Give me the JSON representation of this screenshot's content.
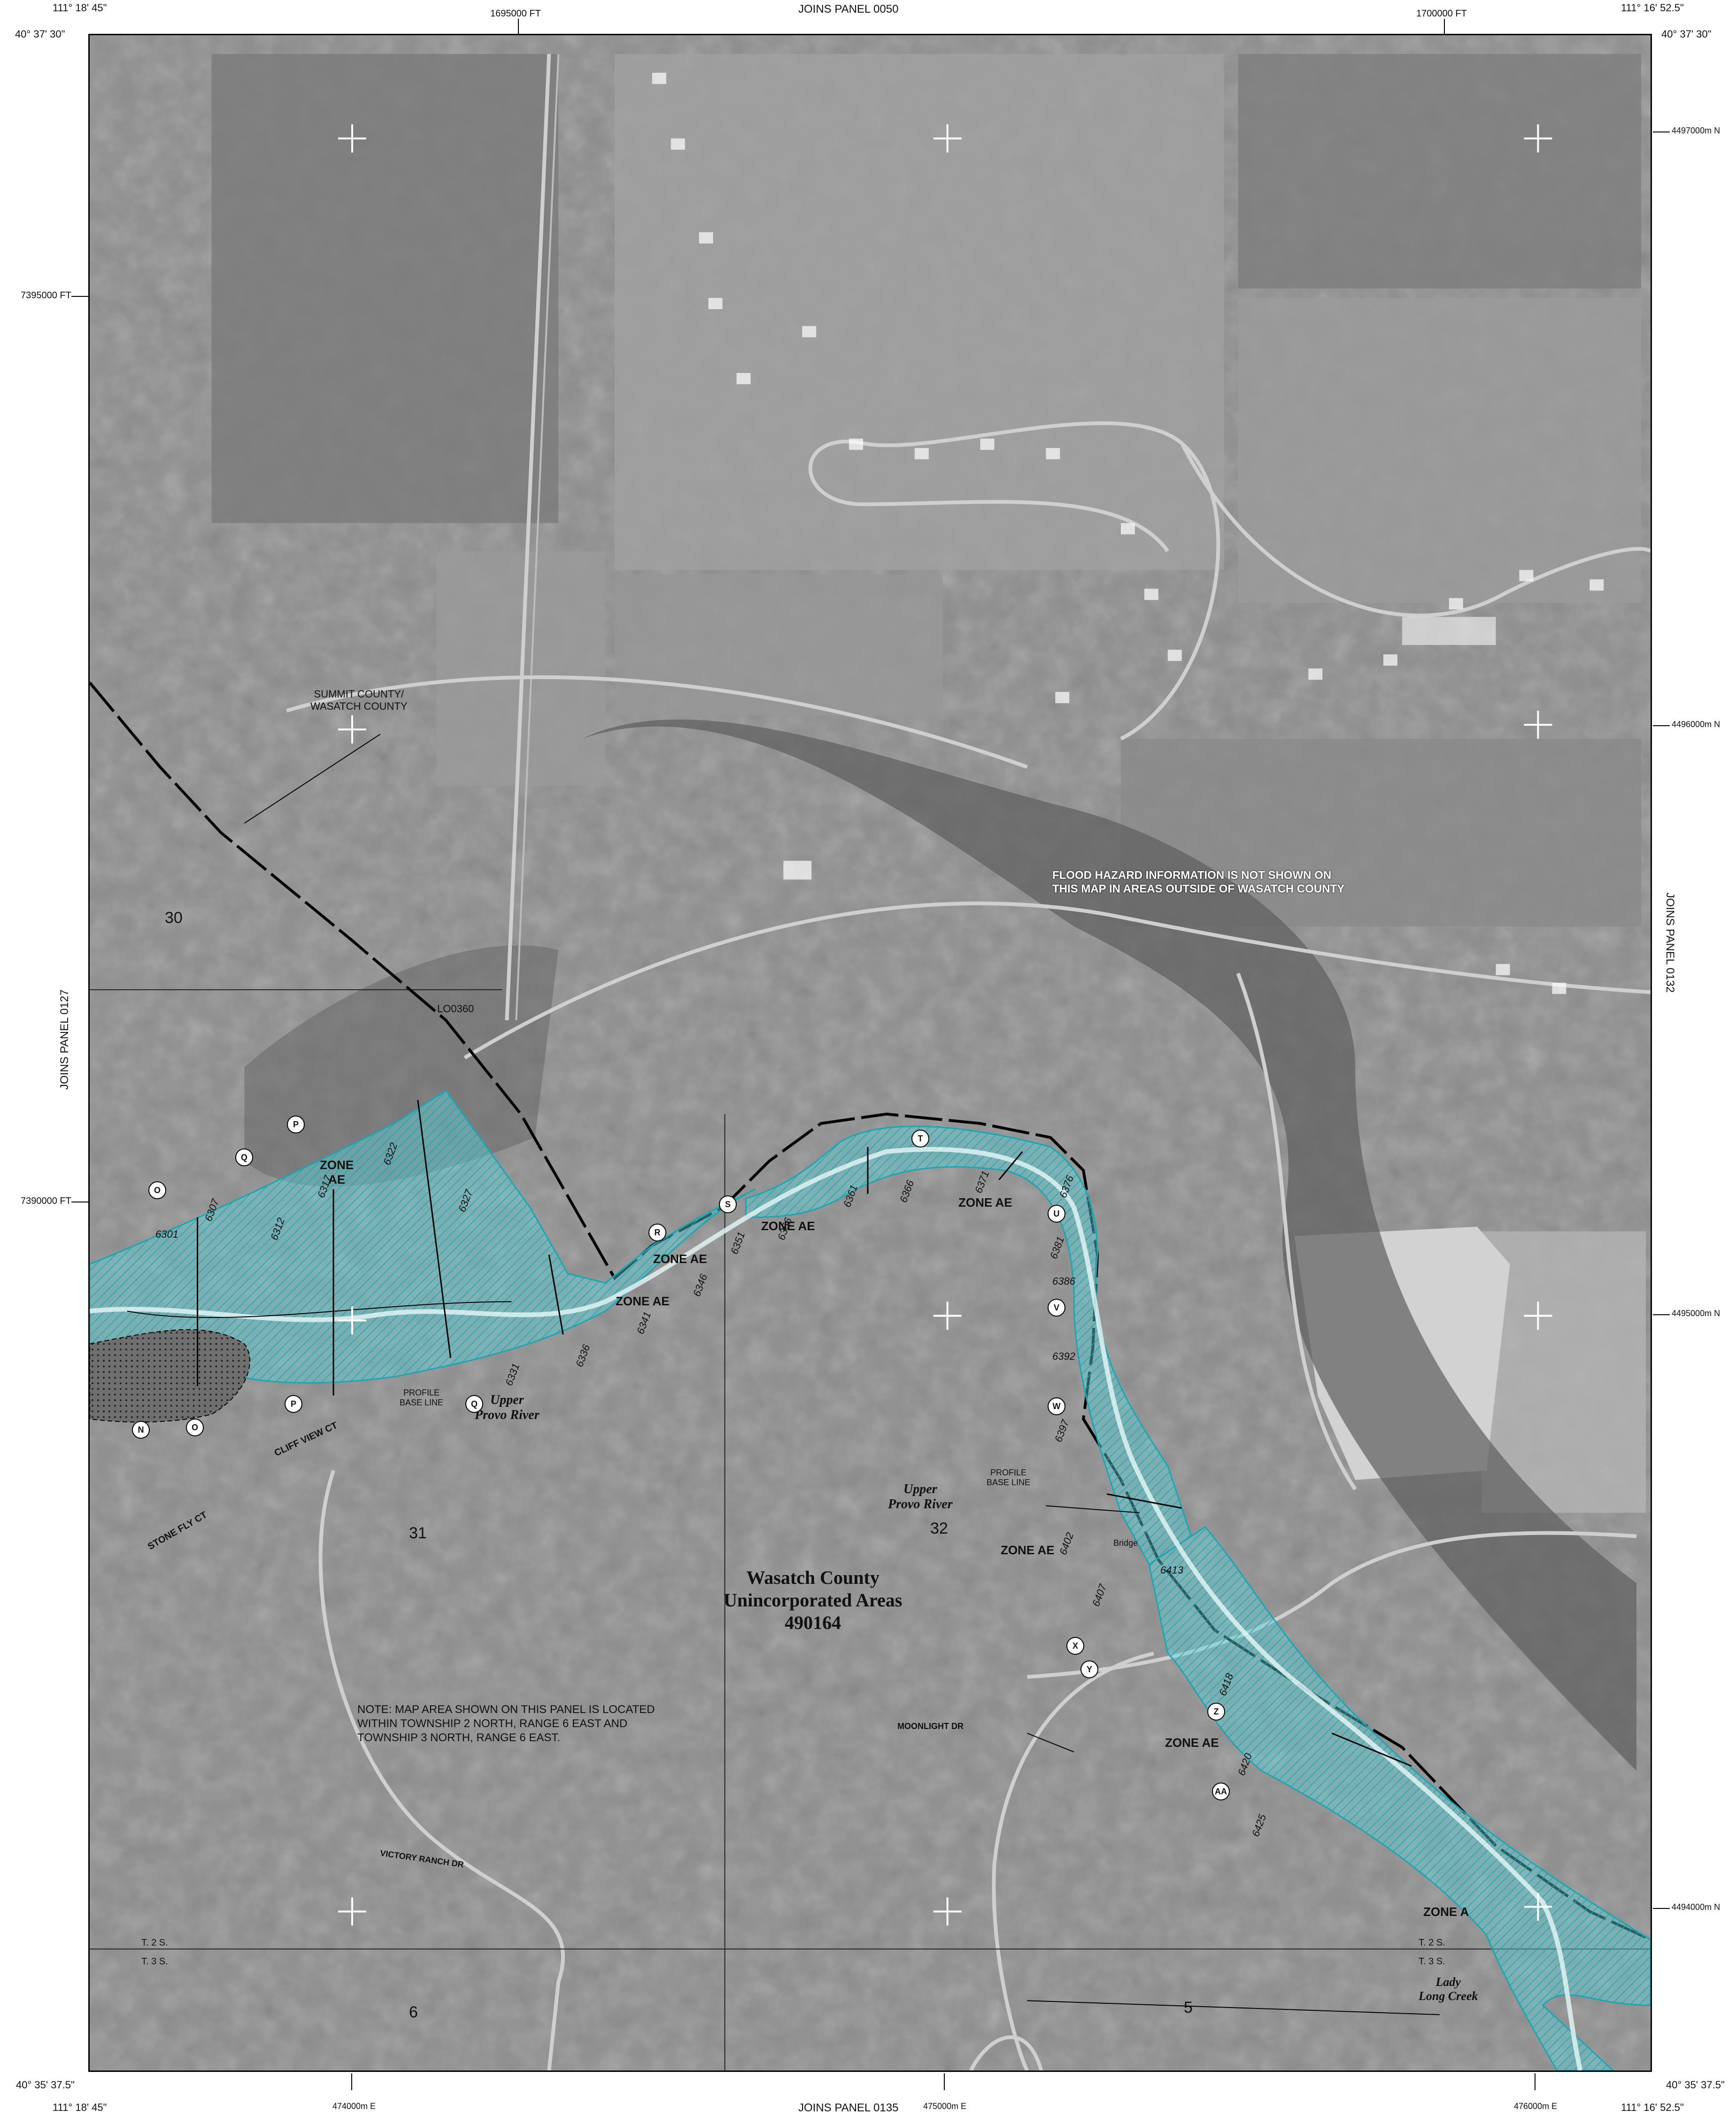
{
  "corners": {
    "top_left_lon": "111° 18' 45\"",
    "top_left_lat": "40° 37' 30\"",
    "top_right_lon": "111° 16' 52.5\"",
    "top_right_lat": "40° 37' 30\"",
    "bottom_left_lat": "40° 35' 37.5\"",
    "bottom_left_lon": "111° 18' 45\"",
    "bottom_right_lat": "40° 35' 37.5\"",
    "bottom_right_lon": "111° 16' 52.5\""
  },
  "edges": {
    "top": "JOINS PANEL 0050",
    "bottom": "JOINS PANEL 0135",
    "left": "JOINS PANEL 0127",
    "right": "JOINS PANEL 0132"
  },
  "grid_ticks": {
    "top_1": "1695000 FT",
    "top_2": "1700000 FT",
    "left_1": "7395000 FT",
    "left_2": "7390000 FT",
    "right_1": "4497000m N",
    "right_2": "4496000m N",
    "right_3": "4495000m N",
    "right_4": "4494000m N",
    "bottom_1": "474000m E",
    "bottom_2": "475000m E",
    "bottom_3": "476000m E"
  },
  "labels": {
    "county_line": "SUMMIT COUNTY/\nWASATCH COUNTY",
    "flood_note": "FLOOD HAZARD INFORMATION IS NOT SHOWN ON\nTHIS MAP IN AREAS OUTSIDE OF WASATCH COUNTY",
    "lo_label": "LO0360",
    "section_30": "30",
    "section_31": "31",
    "section_32": "32",
    "section_6": "6",
    "section_5": "5",
    "zone_ae": "ZONE AE",
    "zone_ae_stacked": "ZONE\nAE",
    "zone_a": "ZONE A",
    "river_1": "Upper\nProvo River",
    "river_2": "Upper\nProvo River",
    "profile_base_1": "PROFILE\nBASE LINE",
    "profile_base_2": "PROFILE\nBASE LINE",
    "bridge": "Bridge",
    "community": "Wasatch County\nUnincorporated Areas\n490164",
    "township_note": "NOTE: MAP AREA SHOWN ON THIS PANEL IS LOCATED\nWITHIN TOWNSHIP 2 NORTH, RANGE 6 EAST AND\nTOWNSHIP 3 NORTH, RANGE 6 EAST.",
    "stone_fly": "STONE FLY CT",
    "cliff_view": "CLIFF VIEW CT",
    "moonlight": "MOONLIGHT DR",
    "victory_ranch": "VICTORY RANCH DR",
    "t2s_left": "T. 2 S.",
    "t3s_left": "T. 3 S.",
    "t2s_right": "T. 2 S.",
    "t3s_right": "T. 3 S.",
    "lady_long": "Lady\nLong Creek"
  },
  "cross_sections": [
    "N",
    "O",
    "O",
    "P",
    "P",
    "Q",
    "Q",
    "R",
    "S",
    "T",
    "U",
    "V",
    "W",
    "X",
    "Y",
    "Z",
    "AA"
  ],
  "elevations": [
    "6301",
    "6307",
    "6312",
    "6317",
    "6322",
    "6327",
    "6331",
    "6336",
    "6341",
    "6346",
    "6351",
    "6356",
    "6361",
    "6366",
    "6371",
    "6376",
    "6381",
    "6386",
    "6392",
    "6397",
    "6402",
    "6407",
    "6413",
    "6418",
    "6420",
    "6425"
  ],
  "colors": {
    "floodplain": "#5ed0d8",
    "imagery": "#8d8d8d"
  }
}
